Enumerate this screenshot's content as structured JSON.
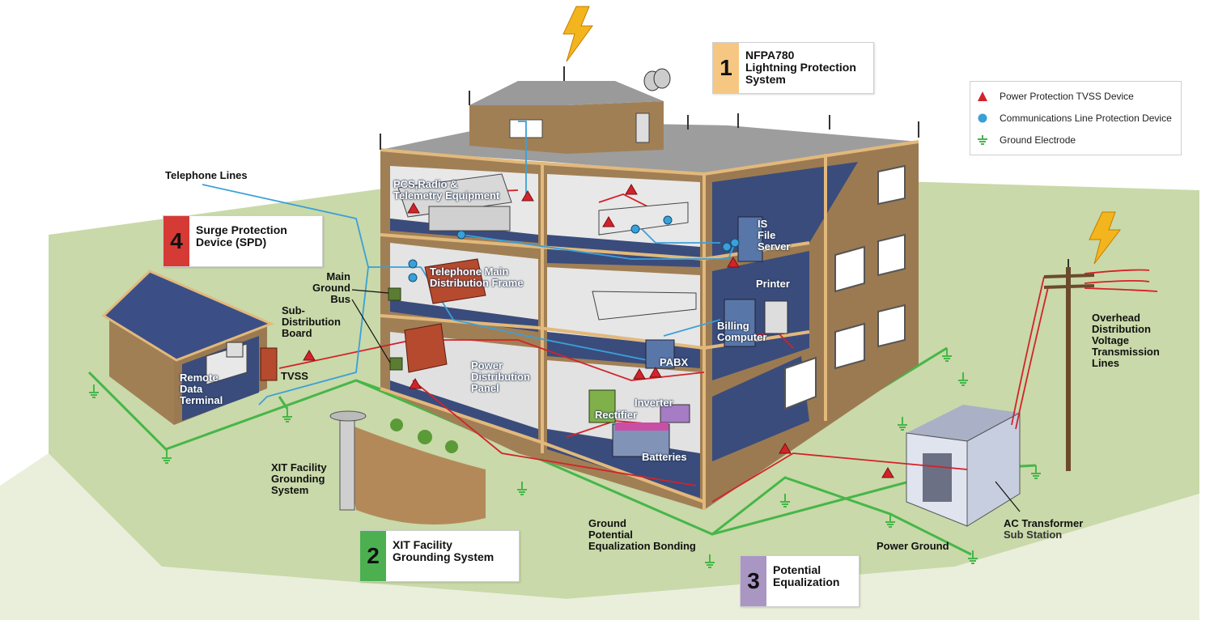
{
  "colors": {
    "power_line": "#d2232a",
    "comm_line": "#3aa0d8",
    "ground_line": "#46b649",
    "wall": "#9c7b55",
    "floor": "#34477a",
    "grass": "#c8d8a8",
    "callout1": "#f5c782",
    "callout2": "#4cb050",
    "callout3": "#a996c3",
    "callout4": "#d63a35"
  },
  "callouts": [
    {
      "number": "1",
      "text": "NFPA780\nLightning Protection\nSystem"
    },
    {
      "number": "2",
      "text": "XIT Facility\nGrounding System"
    },
    {
      "number": "3",
      "text": "Potential\nEqualization"
    },
    {
      "number": "4",
      "text": "Surge Protection\nDevice (SPD)"
    }
  ],
  "legend": {
    "items": [
      {
        "icon": "red-triangle-icon",
        "label": "Power Protection TVSS Device"
      },
      {
        "icon": "blue-dot-icon",
        "label": "Communications Line Protection Device"
      },
      {
        "icon": "ground-electrode-icon",
        "label": "Ground Electrode"
      }
    ]
  },
  "labels": {
    "telephone_lines": "Telephone Lines",
    "pcs_radio": "PCS,Radio &\nTelemetry Equipment",
    "telephone_main": "Telephone Main\nDistribution Frame",
    "main_ground_bus": "Main\nGround\nBus",
    "sub_distribution": "Sub-\nDistribution\nBoard",
    "tvss": "TVSS",
    "remote_data": "Remote\nData\nTerminal",
    "power_distribution": "Power\nDistribution\nPanel",
    "xit_facility": "XIT Facility\nGrounding\nSystem",
    "is_file_server": "IS\nFile\nServer",
    "printer": "Printer",
    "billing_computer": "Billing\nComputer",
    "pabx": "PABX",
    "inverter": "Inverter",
    "rectifier": "Rectifier",
    "batteries": "Batteries",
    "ground_potential": "Ground\nPotential\nEqualization Bonding",
    "power_ground": "Power Ground",
    "ac_transformer": "AC Transformer",
    "sub_station": "Sub Station",
    "overhead": "Overhead\nDistribution\nVoltage\nTransmission\nLines"
  }
}
